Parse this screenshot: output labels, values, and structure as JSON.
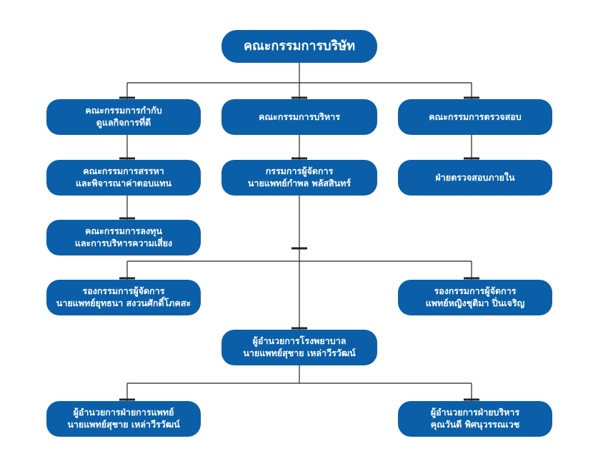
{
  "colors": {
    "box_fill": "#0b5fa8",
    "box_text": "#ffffff",
    "connector": "#222222"
  },
  "nodes": {
    "board": {
      "lines": [
        "คณะกรรมการบริษัท"
      ]
    },
    "governance": {
      "lines": [
        "คณะกรรมการกำกับ",
        "ดูแลกิจการที่ดี"
      ]
    },
    "executive": {
      "lines": [
        "คณะกรรมการบริหาร"
      ]
    },
    "audit": {
      "lines": [
        "คณะกรรมการตรวจสอบ"
      ]
    },
    "nomination": {
      "lines": [
        "คณะกรรมการสรรหา",
        "และพิจารณาค่าตอบแทน"
      ]
    },
    "md": {
      "lines": [
        "กรรมการผู้จัดการ",
        "นายแพทย์กำพล  พลัสสินทร์"
      ]
    },
    "internal_audit": {
      "lines": [
        "ฝ่ายตรวจสอบภายใน"
      ]
    },
    "investment_risk": {
      "lines": [
        "คณะกรรมการลงทุน",
        "และการบริหารความเสี่ยง"
      ]
    },
    "deputy_md_left": {
      "lines": [
        "รองกรรมการผู้จัดการ",
        "นายแพทย์ยุทธนา  สงวนศักดิ์โภคสะ"
      ]
    },
    "deputy_md_right": {
      "lines": [
        "รองกรรมการผู้จัดการ",
        "แพทย์หญิงชุติมา  ปิ่นเจริญ"
      ]
    },
    "hospital_director": {
      "lines": [
        "ผู้อำนวยการโรงพยาบาล",
        "นายแพทย์สุชาย  เหล่าวีรวัฒน์"
      ]
    },
    "medical_director": {
      "lines": [
        "ผู้อำนวยการฝ่ายการแพทย์",
        "นายแพทย์สุชาย  เหล่าวีรวัฒน์"
      ]
    },
    "admin_director": {
      "lines": [
        "ผู้อำนวยการฝ่ายบริหาร",
        "คุณวันดี  พิศนุวรรณเวช"
      ]
    }
  }
}
